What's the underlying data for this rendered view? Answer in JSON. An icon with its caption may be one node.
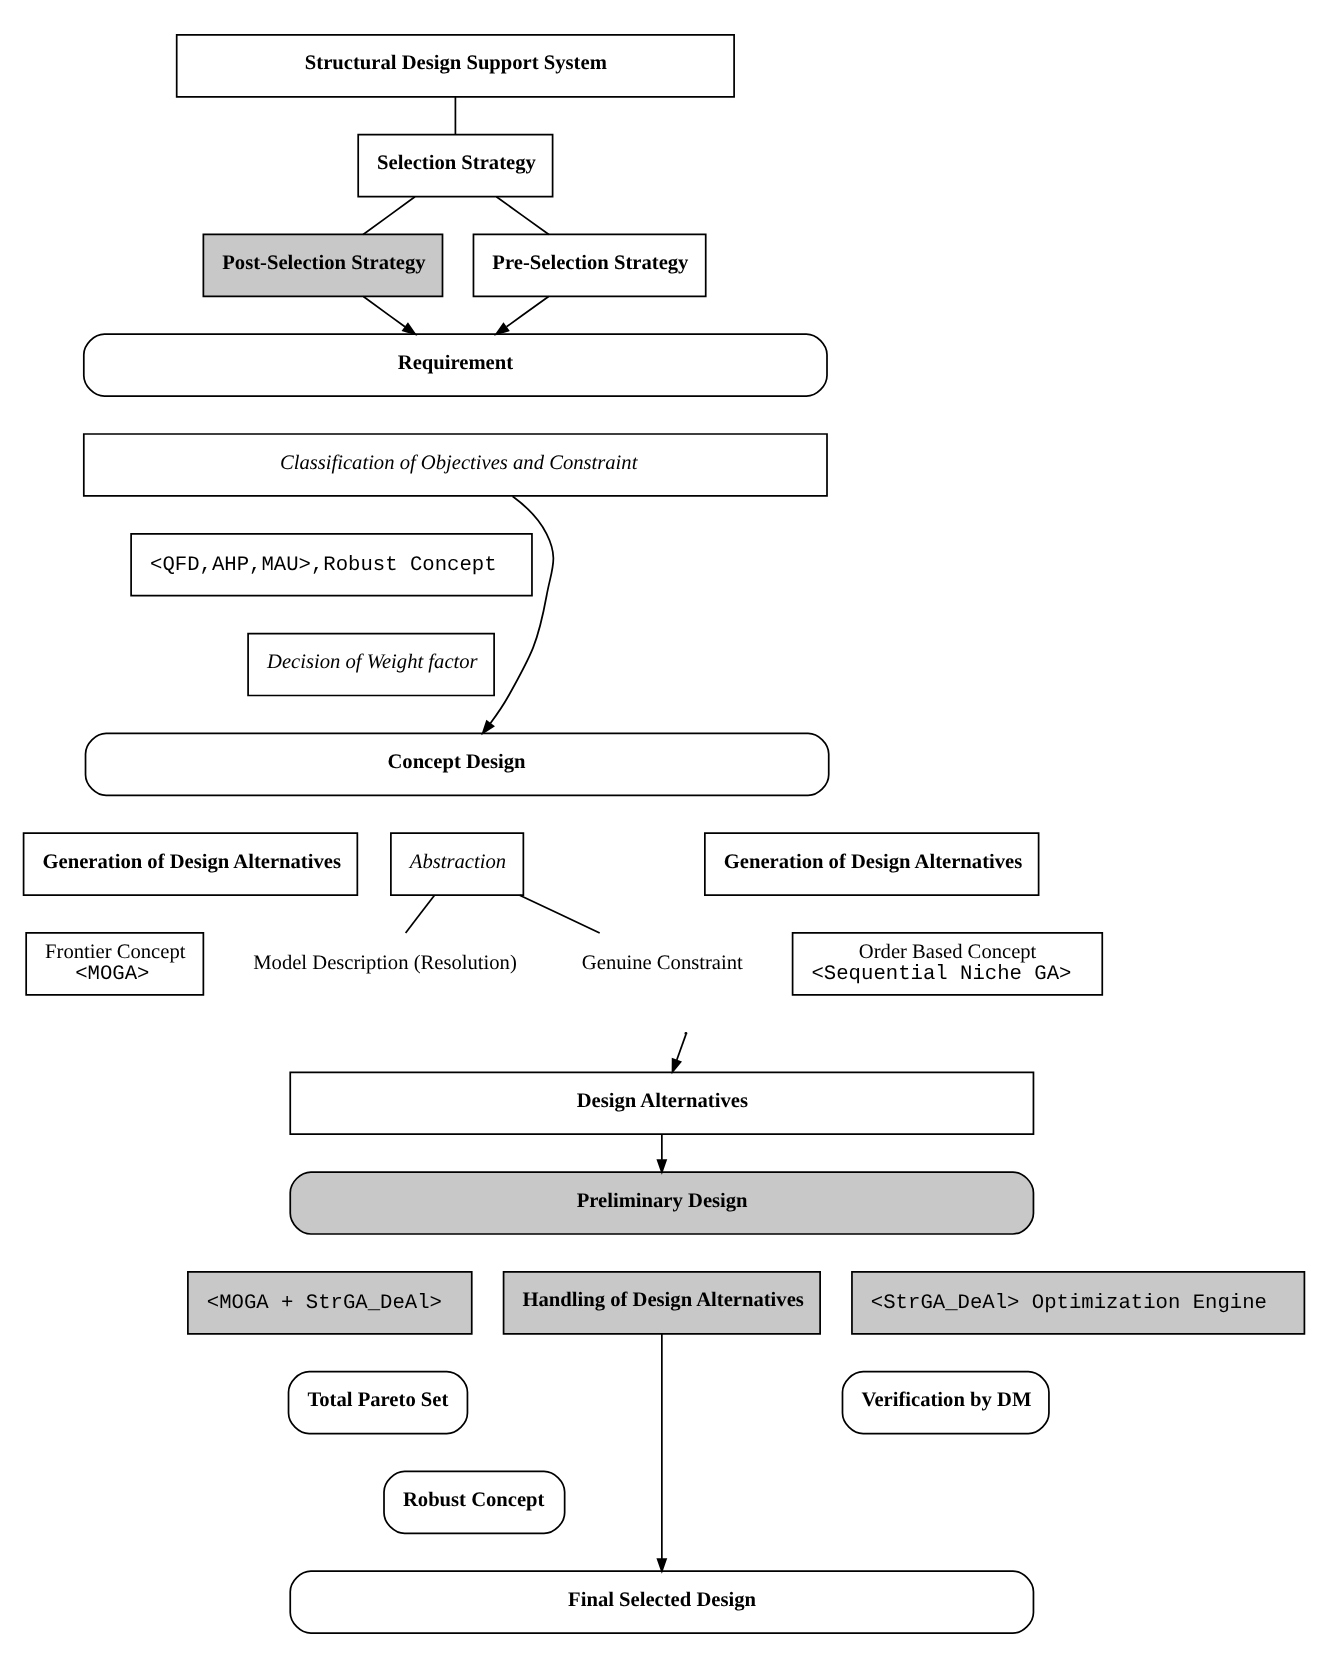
{
  "diagram": {
    "nodes": [
      {
        "text": [
          "Structural Design Support System"
        ]
      },
      {
        "text": [
          "Selection Strategy"
        ]
      },
      {
        "text": [
          "Post-Selection Strategy"
        ]
      },
      {
        "text": [
          "Pre-Selection Strategy"
        ]
      },
      {
        "text": [
          "Requirement"
        ]
      },
      {
        "text": [
          "Classification of Objectives and Constraint"
        ]
      },
      {
        "text": [
          "<QFD,AHP,MAU>,Robust Concept"
        ]
      },
      {
        "text": [
          "Decision of Weight factor"
        ]
      },
      {
        "text": [
          "Concept Design"
        ]
      },
      {
        "text": [
          "Generation of Design Alternatives"
        ]
      },
      {
        "text": [
          "Frontier Concept",
          "<MOGA>"
        ]
      },
      {
        "text": [
          "Abstraction"
        ]
      },
      {
        "text": [
          "Model Description (Resolution)"
        ]
      },
      {
        "text": [
          "Genuine Constraint"
        ]
      },
      {
        "text": [
          "Generation of Design Alternatives"
        ]
      },
      {
        "text": [
          "Order Based Concept",
          "<Sequential Niche GA>"
        ]
      },
      {
        "text": [
          "Design Alternatives"
        ]
      },
      {
        "text": [
          "Preliminary Design"
        ]
      },
      {
        "text": [
          "<MOGA + StrGA_DeAl>"
        ]
      },
      {
        "text": [
          "Handling of Design Alternatives"
        ]
      },
      {
        "text": [
          "<StrGA_DeAl> Optimization Engine"
        ]
      },
      {
        "text": [
          "Total Pareto Set"
        ]
      },
      {
        "text": [
          "Robust Concept"
        ]
      },
      {
        "text": [
          "Verification by DM"
        ]
      },
      {
        "text": [
          "Final Selected Design"
        ]
      }
    ],
    "edges": [
      {
        "from": 0,
        "to": 1,
        "arrow": "none"
      },
      {
        "from": 1,
        "to": 2,
        "arrow": "none"
      },
      {
        "from": 1,
        "to": 3,
        "arrow": "none"
      },
      {
        "from": 2,
        "to": 4,
        "arrow": "to"
      },
      {
        "from": 3,
        "to": 4,
        "arrow": "to"
      },
      {
        "from": 5,
        "to": 8,
        "arrow": "to"
      },
      {
        "from": 11,
        "to": 12,
        "arrow": "none"
      },
      {
        "from": 11,
        "to": 13,
        "arrow": "none"
      },
      {
        "from": null,
        "to": 16,
        "arrow": "to"
      },
      {
        "from": 16,
        "to": 17,
        "arrow": "to"
      },
      {
        "from": 19,
        "to": 24,
        "arrow": "to"
      }
    ]
  }
}
